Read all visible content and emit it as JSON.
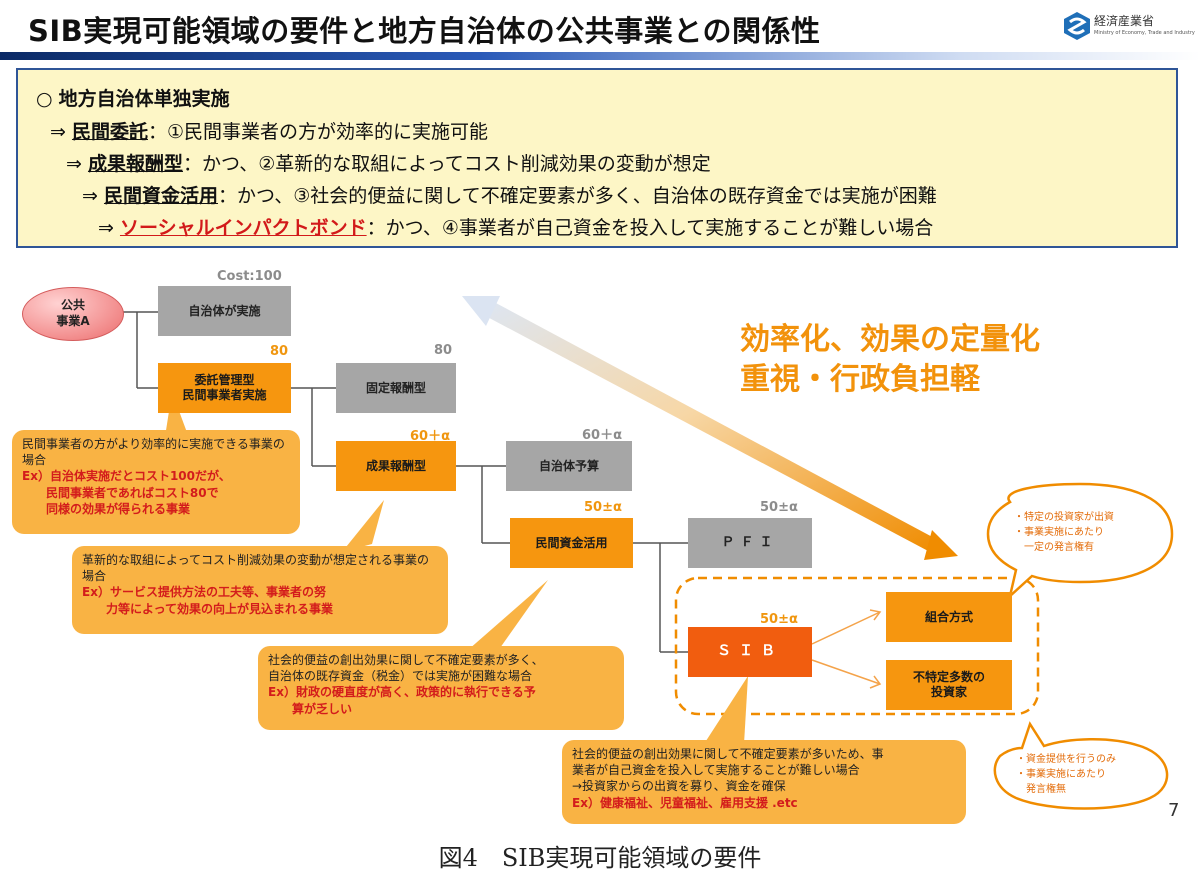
{
  "header": {
    "title": "SIB実現可能領域の要件と地方自治体の公共事業との関係性",
    "logo_text": "経済産業省",
    "logo_sub": "Ministry of Economy, Trade and Industry"
  },
  "summary": {
    "l1_mark": "○",
    "l1_text": "地方自治体単独実施",
    "l2_arrow": "⇒",
    "l2_key": "民間委託",
    "l2_rest": "：①民間事業者の方が効率的に実施可能",
    "l3_arrow": "⇒",
    "l3_key": "成果報酬型",
    "l3_rest": "：かつ、②革新的な取組によってコスト削減効果の変動が想定",
    "l4_arrow": "⇒",
    "l4_key": "民間資金活用",
    "l4_rest": "：かつ、③社会的便益に関して不確定要素が多く、自治体の既存資金では実施が困難",
    "l5_arrow": "⇒",
    "l5_key": "ソーシャルインパクトボンド",
    "l5_rest": "：かつ、④事業者が自己資金を投入して実施することが難しい場合"
  },
  "diagram": {
    "public_project": "公共\n事業A",
    "boxes": {
      "jichitai": "自治体が実施",
      "itaku": "委託管理型\n民間事業者実施",
      "kotei": "固定報酬型",
      "seika": "成果報酬型",
      "yosan": "自治体予算",
      "shikin": "民間資金活用",
      "pfi": "ＰＦＩ",
      "sib": "ＳＩＢ",
      "kumiai": "組合方式",
      "futoku": "不特定多数の\n投資家"
    },
    "costs": {
      "c100": "Cost:100",
      "c80a": "80",
      "c80b": "80",
      "c60a": "60＋α",
      "c60b": "60＋α",
      "c50a": "50±α",
      "c50b": "50±α",
      "c50c": "50±α"
    },
    "notes": {
      "n1_text": "民間事業者の方がより効率的に実施できる事業の場合",
      "n1_ex": "Ex）自治体実施だとコスト100だが、\n　　民間事業者であればコスト80で\n　　同様の効果が得られる事業",
      "n2_text": "革新的な取組によってコスト削減効果の変動が想定される事業の場合",
      "n2_ex": "Ex）サービス提供方法の工夫等、事業者の努\n　　力等によって効果の向上が見込まれる事業",
      "n3_text": "社会的便益の創出効果に関して不確定要素が多く、\n自治体の既存資金（税金）では実施が困難な場合",
      "n3_ex": "Ex）財政の硬直度が高く、政策的に執行できる予\n　　算が乏しい",
      "n4_text": "社会的便益の創出効果に関して不確定要素が多いため、事\n業者が自己資金を投入して実施することが難しい場合\n→投資家からの出資を募り、資金を確保",
      "n4_ex": "Ex）健康福祉、児童福祉、雇用支援 .etc"
    },
    "big_text_1": "効率化、効果の定量化",
    "big_text_2": "重視・行政負担軽",
    "bubble1": "・特定の投資家が出資\n・事業実施にあたり\n　一定の発言権有",
    "bubble2": "・資金提供を行うのみ\n・事業実施にあたり\n　発言権無"
  },
  "page_number": "7",
  "caption": "図4　SIB実現可能領域の要件"
}
